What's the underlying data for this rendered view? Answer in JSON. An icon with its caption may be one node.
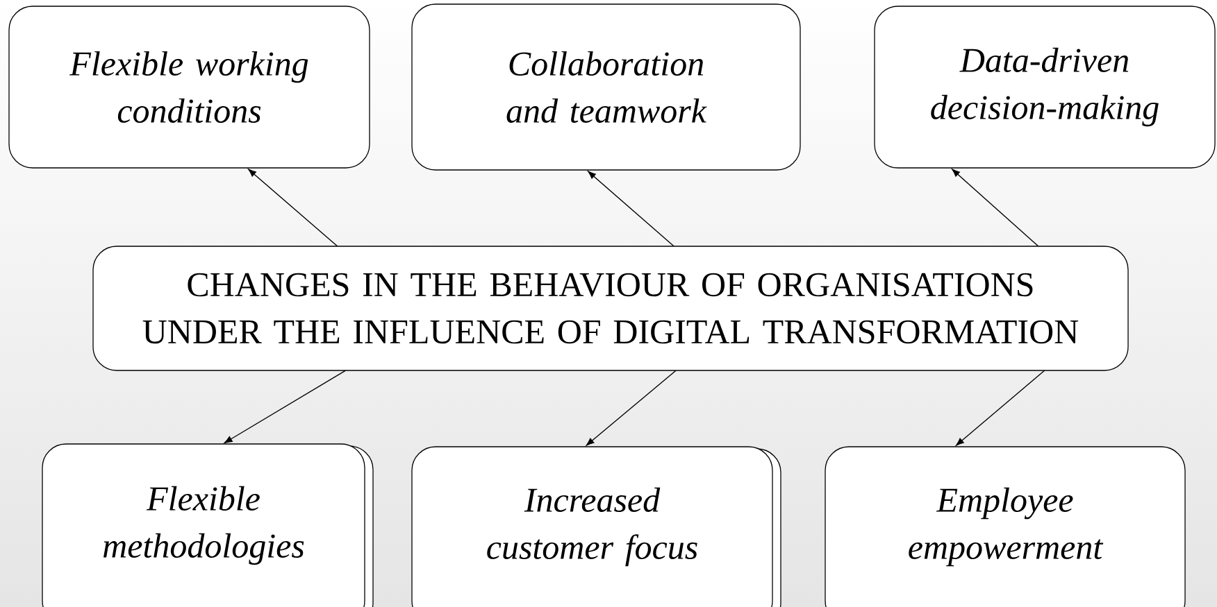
{
  "diagram": {
    "nodes": [
      {
        "text": [
          "CHANGES IN THE BEHAVIOUR OF ORGANISATIONS UNDER THE INFLUENCE OF DIGITAL TRANSFORMATION"
        ]
      },
      {
        "text": [
          "Flexible working conditions"
        ]
      },
      {
        "text": [
          "Collaboration and teamwork"
        ]
      },
      {
        "text": [
          "Data-driven decision-making"
        ]
      },
      {
        "text": [
          "Flexible methodologies"
        ]
      },
      {
        "text": [
          "Increased customer focus"
        ]
      },
      {
        "text": [
          "Employee empowerment"
        ]
      }
    ],
    "edges": [
      {
        "from": 0,
        "to": 1,
        "arrow": "to"
      },
      {
        "from": 0,
        "to": 2,
        "arrow": "to"
      },
      {
        "from": 0,
        "to": 3,
        "arrow": "to"
      },
      {
        "from": 0,
        "to": 4,
        "arrow": "to"
      },
      {
        "from": 0,
        "to": 5,
        "arrow": "to"
      },
      {
        "from": 0,
        "to": 6,
        "arrow": "to"
      }
    ]
  }
}
